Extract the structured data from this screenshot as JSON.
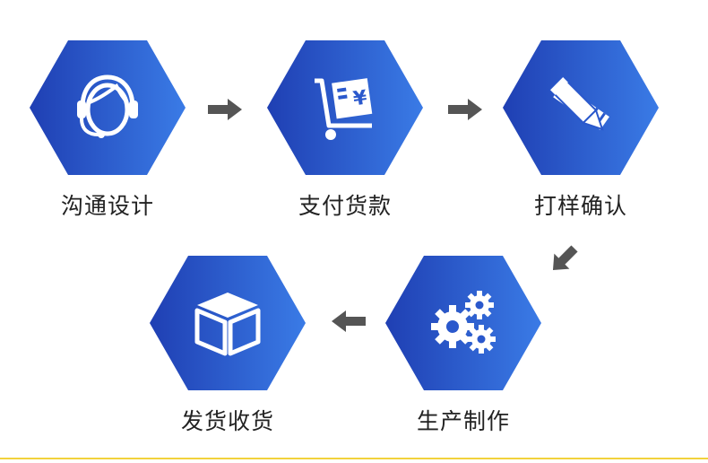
{
  "colors": {
    "hex_light": "#3a7be6",
    "hex_dark": "#1f3fb3",
    "arrow": "#555555",
    "label": "#222222",
    "accent_line": "#f2d23c"
  },
  "steps": [
    {
      "label": "沟通设计",
      "icon": "headset-icon"
    },
    {
      "label": "支付货款",
      "icon": "payment-cart-icon"
    },
    {
      "label": "打样确认",
      "icon": "pencil-ruler-icon"
    },
    {
      "label": "生产制作",
      "icon": "gears-icon"
    },
    {
      "label": "发货收货",
      "icon": "box-icon"
    }
  ]
}
